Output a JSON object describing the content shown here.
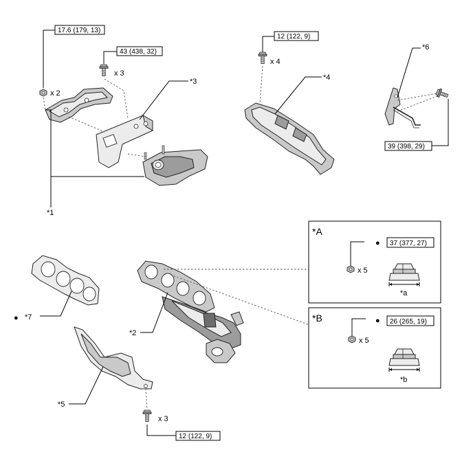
{
  "torque_specs": {
    "t1": "17.6 (179, 13)",
    "t2": "43 (438, 32)",
    "t3": "12 (122, 9)",
    "t4": "39 (398, 29)",
    "t5": "12 (122, 9)",
    "tA": "37 (377, 27)",
    "tB": "26 (265, 19)"
  },
  "quantities": {
    "q_nut_heat": "x 2",
    "q_bolt_stay": "x 3",
    "q_bolt_upper": "x 4",
    "q_bolt_lower": "x 3",
    "q_nut_A": "x 5",
    "q_nut_B": "x 5"
  },
  "callouts": {
    "c1": "*1",
    "c2": "*2",
    "c3": "*3",
    "c4": "*4",
    "c5": "*5",
    "c6": "*6",
    "c7": "*7",
    "ca": "*a",
    "cb": "*b"
  },
  "panels": {
    "A_title": "*A",
    "B_title": "*B"
  },
  "markers": {
    "dot": "●"
  },
  "icons": {
    "nut": "hex-nut-icon",
    "bolt": "flange-bolt-icon",
    "new_part": "new-part-dot-icon"
  }
}
